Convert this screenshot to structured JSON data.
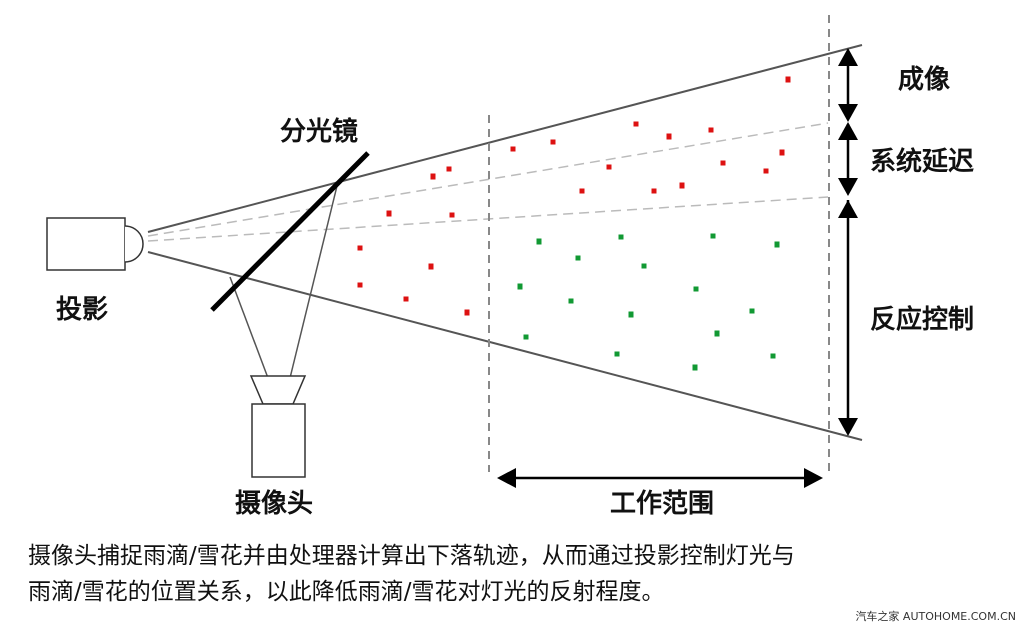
{
  "labels": {
    "projector": "投影",
    "beam_splitter": "分光镜",
    "camera": "摄像头",
    "imaging": "成像",
    "system_delay": "系统延迟",
    "response_control": "反应控制",
    "working_range": "工作范围"
  },
  "caption": {
    "line1": "摄像头捕捉雨滴/雪花并由处理器计算出下落轨迹，从而通过投影控制灯光与",
    "line2": "雨滴/雪花的位置关系，以此降低雨滴/雪花对灯光的反射程度。"
  },
  "watermark": "汽车之家 AUTOHOME.COM.CN",
  "colors": {
    "beam_line": "#555555",
    "dashed_line": "#bbbbbb",
    "range_dashed": "#888888",
    "red_particle": "#dd1111",
    "green_particle": "#119933"
  }
}
